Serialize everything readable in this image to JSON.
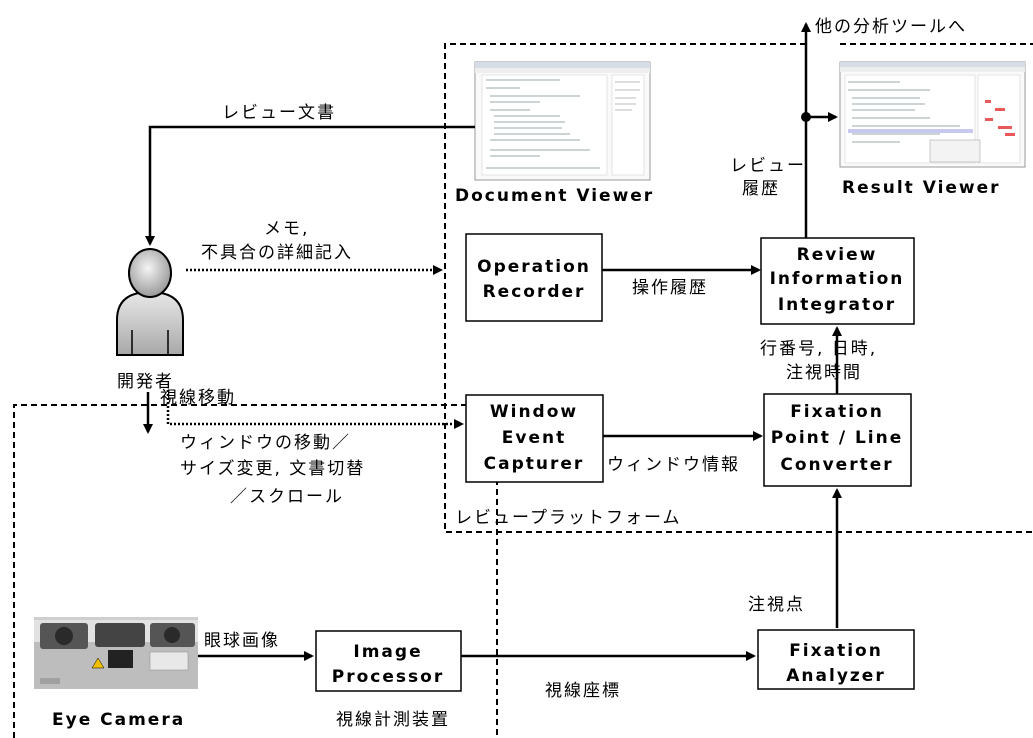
{
  "top_arrow_label": "他の分析ツールへ",
  "document_viewer_label": "Document Viewer",
  "result_viewer_label": "Result Viewer",
  "review_doc_label": "レビュー文書",
  "review_history_label": [
    "レビュー",
    "履歴"
  ],
  "memo_label": [
    "メモ,",
    "不具合の詳細記入"
  ],
  "developer_label": "開発者",
  "operation_recorder": [
    "Operation",
    "Recorder"
  ],
  "operation_history_label": "操作履歴",
  "review_integrator": [
    "Review",
    "Information",
    "Integrator"
  ],
  "line_number_label": [
    "行番号, 日時,",
    "注視時間"
  ],
  "window_event_capturer": [
    "Window",
    "Event",
    "Capturer"
  ],
  "window_info_label": "ウィンドウ情報",
  "fixation_converter": [
    "Fixation",
    "Point / Line",
    "Converter"
  ],
  "window_move_label": [
    "ウィンドウの移動／",
    "サイズ変更, 文書切替",
    "／スクロール"
  ],
  "platform_label": "レビュープラットフォーム",
  "gaze_move_label": "視線移動",
  "fixation_point_label": "注視点",
  "eye_image_label": "眼球画像",
  "image_processor": [
    "Image",
    "Processor"
  ],
  "gaze_coord_label": "視線座標",
  "fixation_analyzer": [
    "Fixation",
    "Analyzer"
  ],
  "eye_camera_label": "Eye Camera",
  "gaze_device_label": "視線計測装置"
}
